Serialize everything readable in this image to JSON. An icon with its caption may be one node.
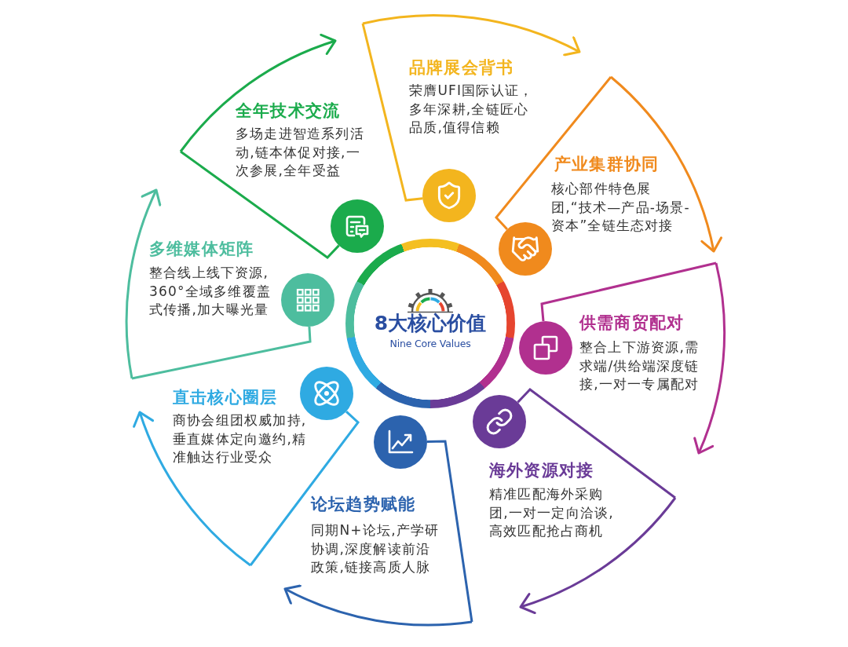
{
  "diagram": {
    "nodes": [
      {
        "text": [
          "8大核心价值",
          "Nine Core Values"
        ]
      },
      {
        "text": [
          "全年技术交流",
          "多场走进智造系列活动,链本体促对接,一次参展,全年受益"
        ]
      },
      {
        "text": [
          "品牌展会背书",
          "荣膺UFI国际认证，多年深耕,全链匠心品质,值得信赖"
        ]
      },
      {
        "text": [
          "产业集群协同",
          "核心部件特色展团,“技术—产品-场景-资本”全链生态对接"
        ]
      },
      {
        "text": [
          "供需商贸配对",
          "整合上下游资源,需求端/供给端深度链接,一对一专属配对"
        ]
      },
      {
        "text": [
          "海外资源对接",
          "精准匹配海外采购团,一对一定向洽谈,高效匹配抢占商机"
        ]
      },
      {
        "text": [
          "论坛趋势赋能",
          "同期N+论坛,产学研协调,深度解读前沿政策,链接高质人脉"
        ]
      },
      {
        "text": [
          "直击核心圈层",
          "商协会组团权威加持,垂直媒体定向邀约,精准触达行业受众"
        ]
      },
      {
        "text": [
          "多维媒体矩阵",
          "整合线上线下资源,360°全域多维覆盖式传播,加大曝光量"
        ]
      }
    ],
    "edges": [
      {
        "from": 1,
        "to": 2,
        "arrow": "to",
        "color": "#1bab4c"
      },
      {
        "from": 2,
        "to": 3,
        "arrow": "to",
        "color": "#f3b51e"
      },
      {
        "from": 3,
        "to": 4,
        "arrow": "to",
        "color": "#f08a1d"
      },
      {
        "from": 4,
        "to": 5,
        "arrow": "to",
        "color": "#b1308f"
      },
      {
        "from": 5,
        "to": 6,
        "arrow": "to",
        "color": "#6a3b97"
      },
      {
        "from": 6,
        "to": 7,
        "arrow": "to",
        "color": "#2c63ae"
      },
      {
        "from": 7,
        "to": 8,
        "arrow": "to",
        "color": "#2faae2"
      },
      {
        "from": 8,
        "to": 1,
        "arrow": "to",
        "color": "#4dbd9e"
      }
    ]
  }
}
